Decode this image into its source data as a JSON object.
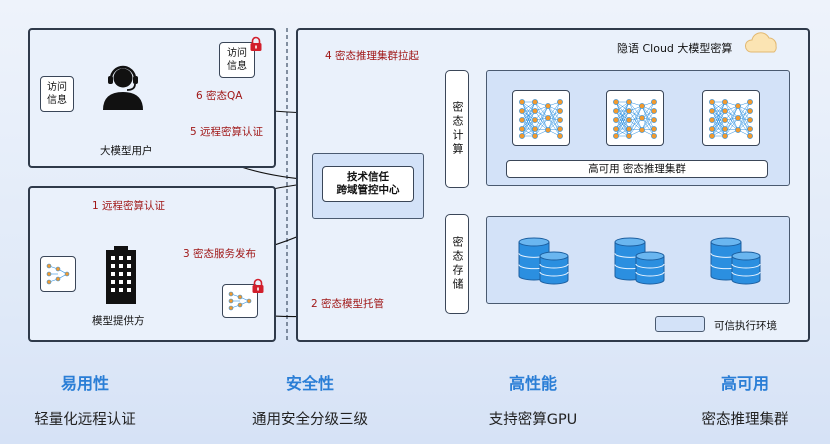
{
  "user_panel": {
    "user_label": "大模型用户",
    "access_info_left": [
      "访问",
      "信息"
    ],
    "access_info_locked": [
      "访问",
      "信息"
    ]
  },
  "provider_panel": {
    "provider_label": "模型提供方"
  },
  "center": {
    "trust_center": [
      "技术信任",
      "跨域管控中心"
    ]
  },
  "cloud": {
    "title": "隐语 Cloud 大模型密算",
    "compute_box": "密态计算",
    "storage_box": "密态存储",
    "cluster_label": "高可用 密态推理集群",
    "legend_label": "可信执行环境"
  },
  "flows": {
    "f1": "1 远程密算认证",
    "f2": "2 密态模型托管",
    "f3": "3 密态服务发布",
    "f4": "4 密态推理集群拉起",
    "f5": "5 远程密算认证",
    "f6": "6 密态QA"
  },
  "features": [
    {
      "title": "易用性",
      "sub": "轻量化远程认证"
    },
    {
      "title": "安全性",
      "sub": "通用安全分级三级"
    },
    {
      "title": "高性能",
      "sub": "支持密算GPU"
    },
    {
      "title": "高可用",
      "sub": "密态推理集群"
    }
  ],
  "colors": {
    "accent_blue": "#2a7ed6",
    "flow_red": "#a01818",
    "region_fill": "#d3e2f8",
    "db_blue": "#2b8fe0"
  }
}
